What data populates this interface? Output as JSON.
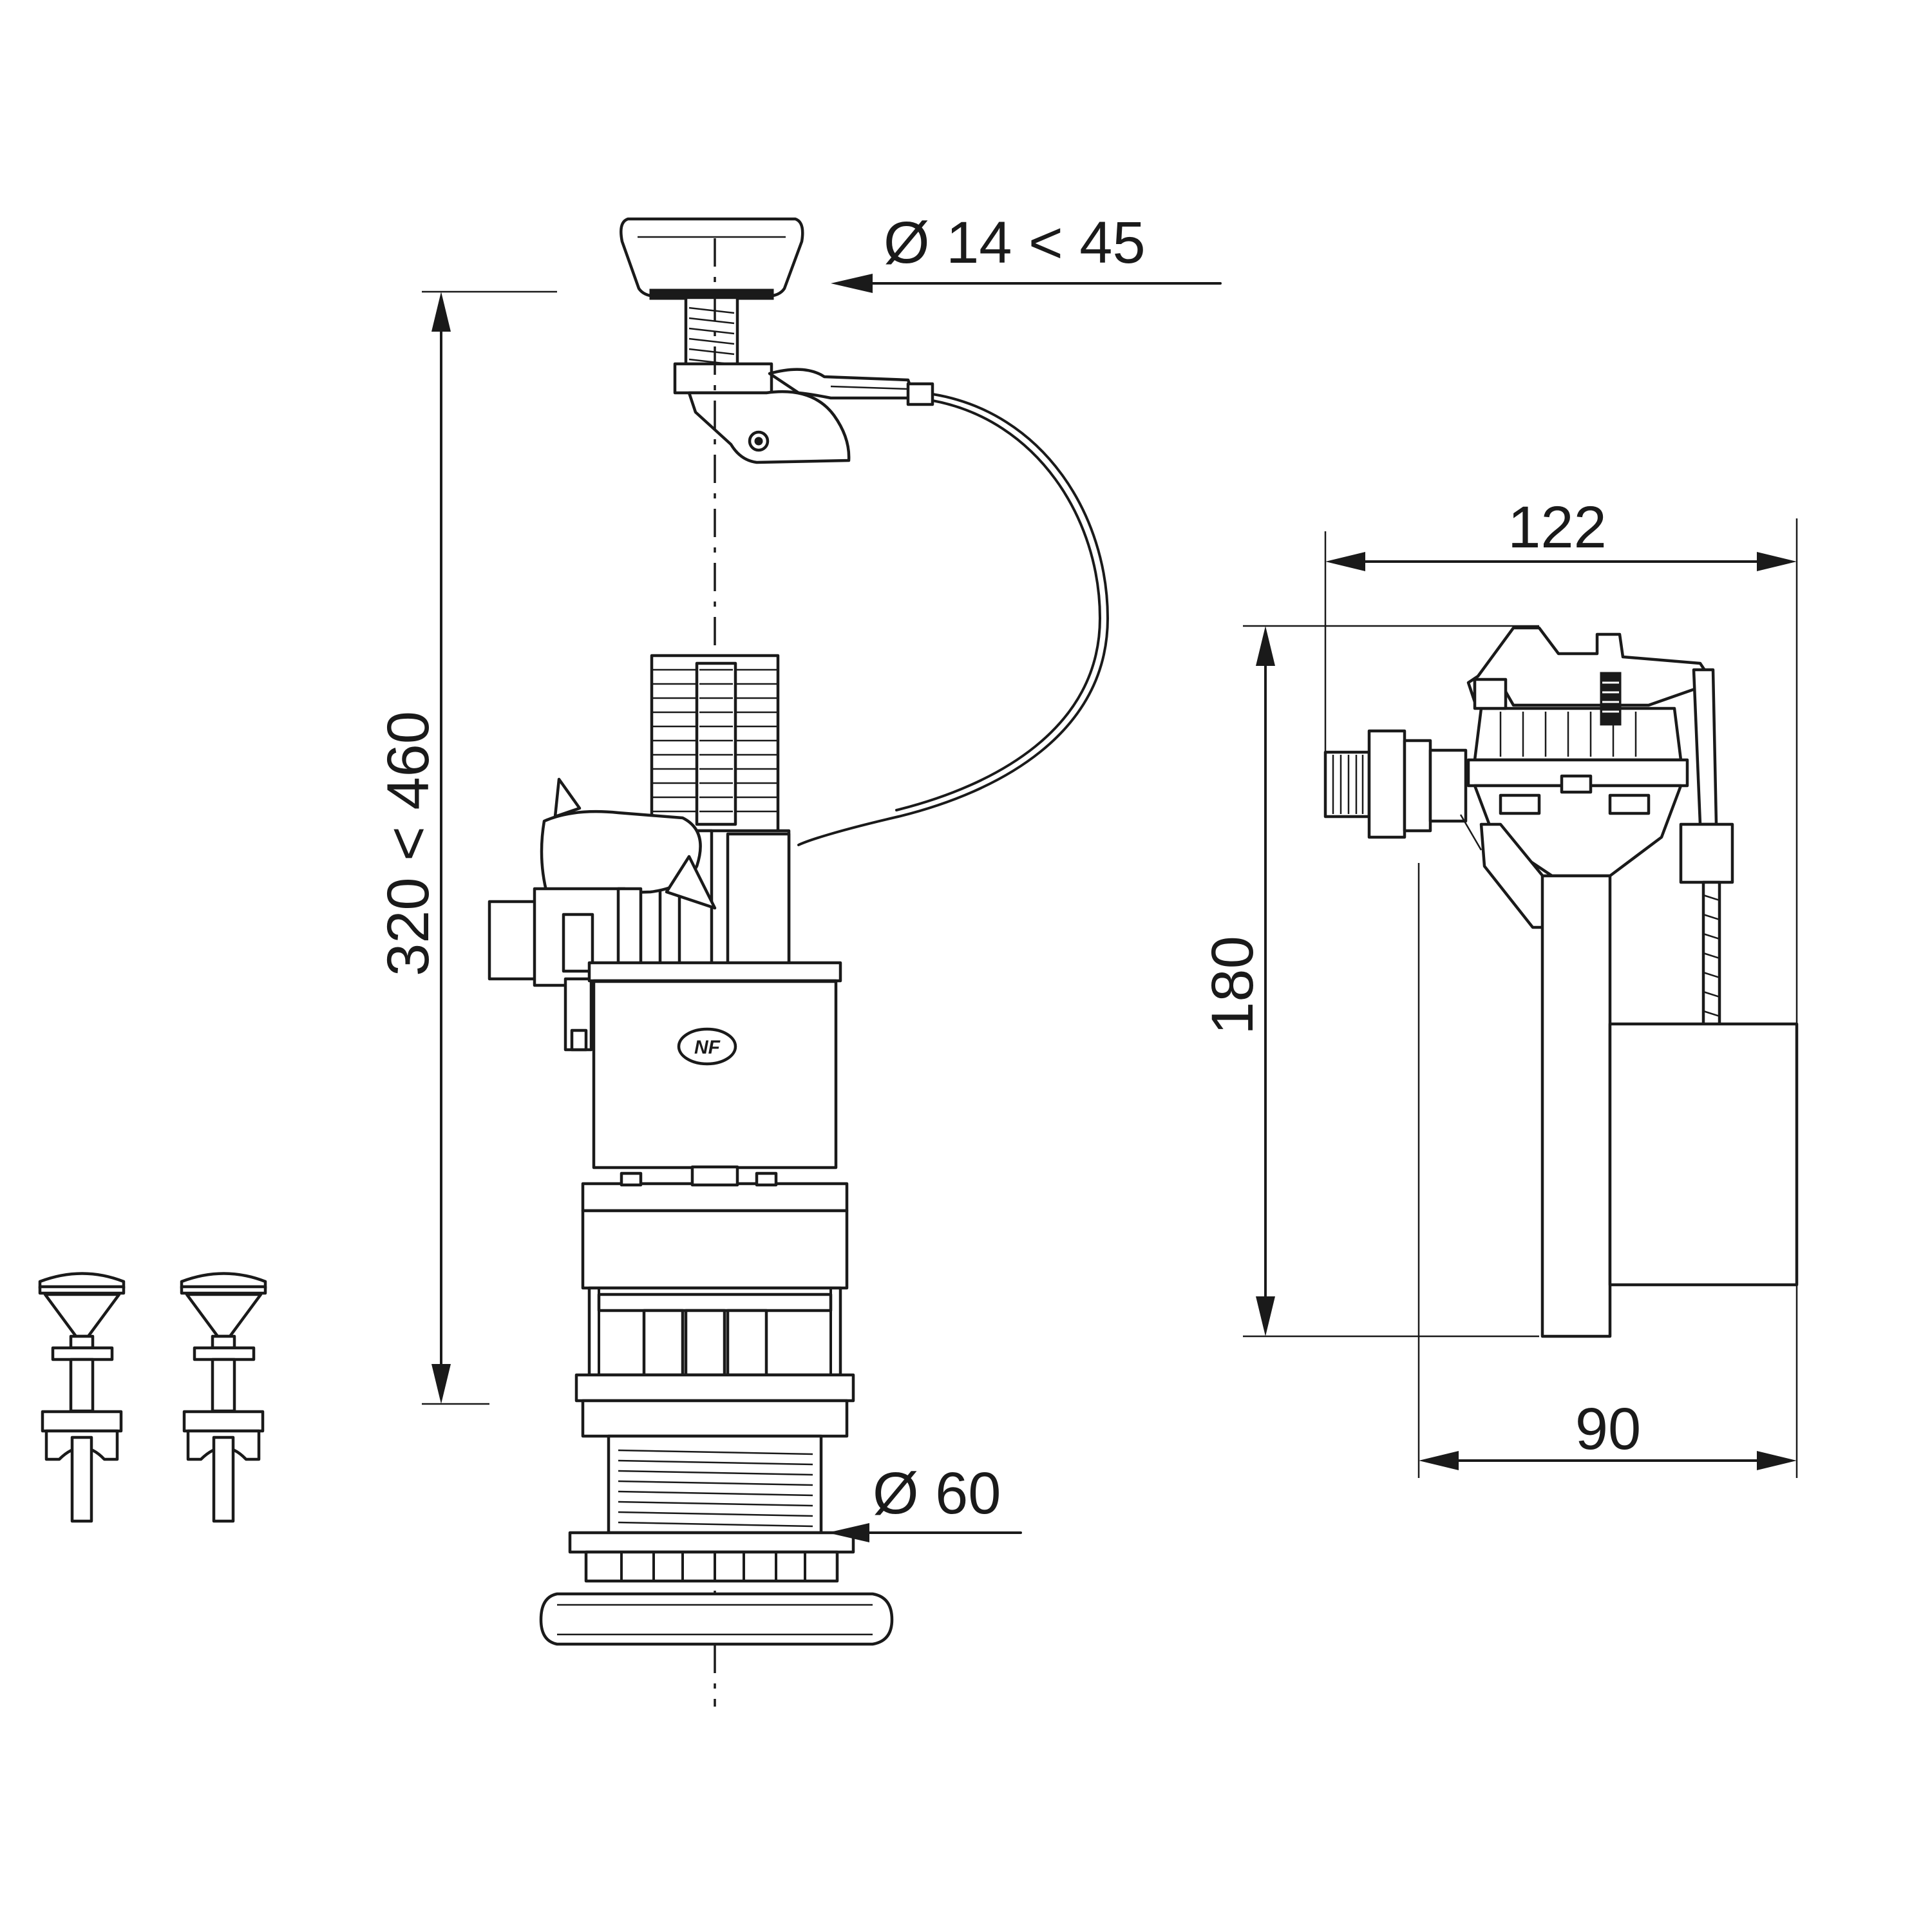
{
  "dimensions": {
    "button_diameter": "Ø 14 < 45",
    "total_height": "320 < 460",
    "outlet_diameter": "Ø 60",
    "valve_width": "122",
    "valve_height": "180",
    "base_width": "90"
  },
  "marks": {
    "certification_logo": "NF"
  }
}
